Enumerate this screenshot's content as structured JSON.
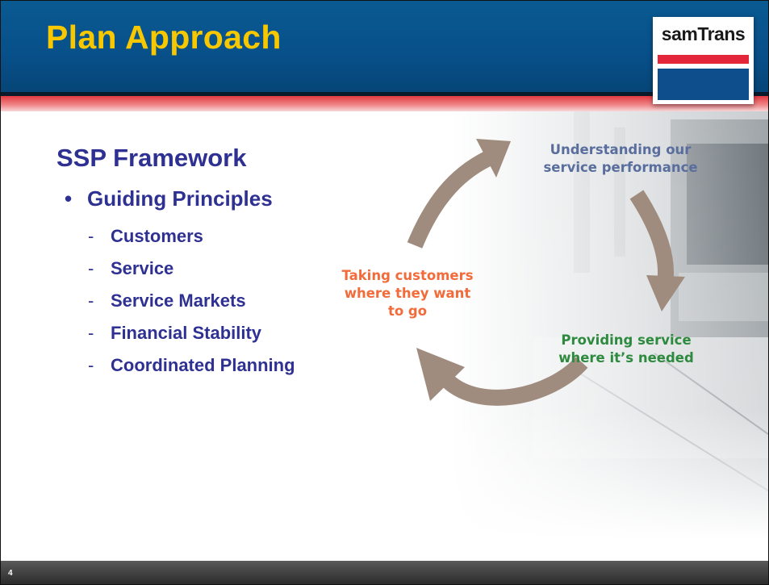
{
  "header": {
    "title": "Plan Approach",
    "logo_text": "samTrans"
  },
  "content": {
    "subtitle": "SSP Framework",
    "bullet_dot": "•",
    "bullet": "Guiding Principles",
    "dash": "-",
    "sub_items": [
      "Customers",
      "Service",
      "Service Markets",
      "Financial Stability",
      "Coordinated Planning"
    ]
  },
  "cycle": {
    "top_label_line1": "Understanding our",
    "top_label_line2": "service performance",
    "left_label_line1": "Taking customers",
    "left_label_line2": "where they want",
    "left_label_line3": "to go",
    "right_label_line1": "Providing service",
    "right_label_line2": "where it’s needed"
  },
  "footer": {
    "page_number": "4"
  },
  "colors": {
    "header_blue": "#08508a",
    "title_yellow": "#f7c800",
    "accent_red": "#e23a3f",
    "text_navy": "#2e3192",
    "arrow_taupe": "#a08c7e",
    "label_blue": "#5a6e9e",
    "label_orange": "#f26b3a",
    "label_green": "#2d8a3e"
  },
  "icons": {
    "cycle_arrows": "curved-arrow-icon",
    "background_photo": "bus-photo-image"
  }
}
